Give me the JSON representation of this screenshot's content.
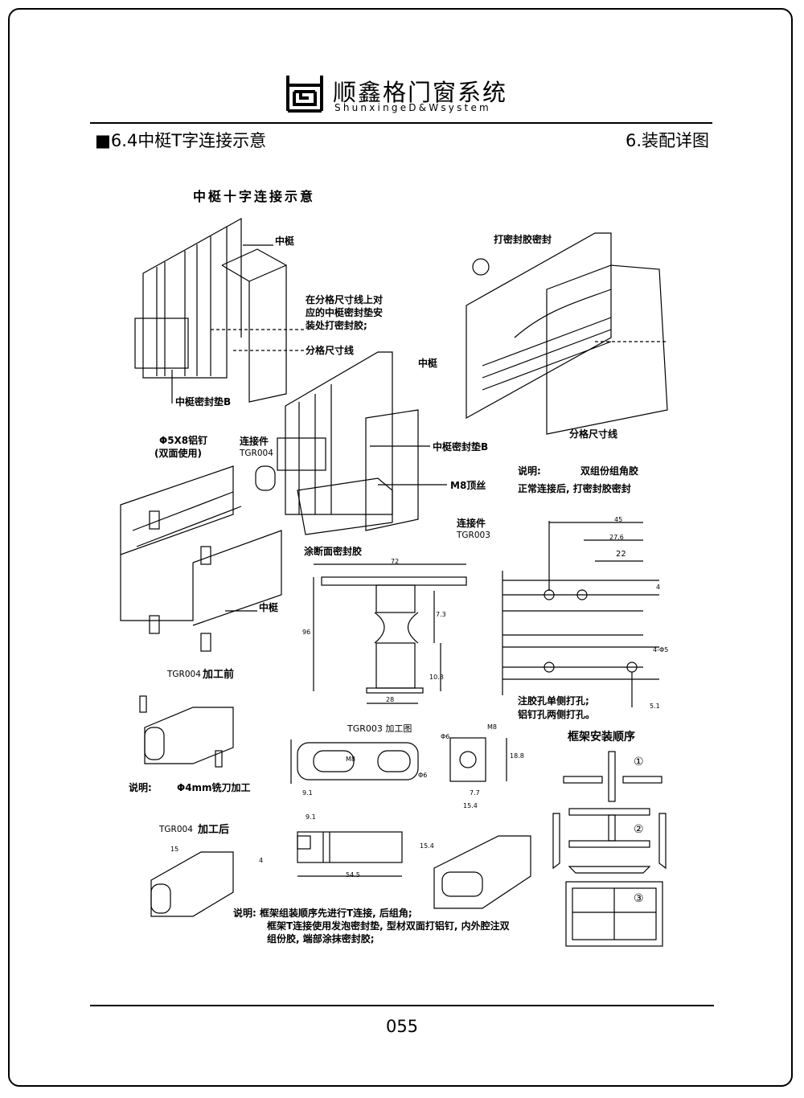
{
  "header": {
    "brand_cn": "顺鑫格门窗系统",
    "brand_en": "ShunxingeD&Wsystem",
    "section_title": "■6.4中梃T字连接示意",
    "chapter_title": "6.装配详图"
  },
  "labels": {
    "cross_title": "中梃十字连接示意",
    "mullion_1": "中梃",
    "seal_note_l1": "在分格尺寸线上对",
    "seal_note_l2": "应的中梃密封垫安",
    "seal_note_l3": "装处打密封胶;",
    "grid_line_1": "分格尺寸线",
    "mullion_seal_b_1": "中梃密封垫B",
    "mullion_2": "中梃",
    "seal_glue": "打密封胶密封",
    "grid_line_2": "分格尺寸线",
    "rivet_l1": "Φ5X8铝钉",
    "rivet_l2": "(双面使用)",
    "connector_1": "连接件",
    "code_tgr004": "TGR004",
    "mullion_seal_b_2": "中梃密封垫B",
    "m8_screw": "M8顶丝",
    "connector_2": "连接件",
    "code_tgr003": "TGR003",
    "end_seal": "涂断面密封胶",
    "mullion_3": "中梃",
    "note_head": "说明:",
    "note_glue": "双组份组角胶",
    "note_glue_2": "正常连接后, 打密封胶密封",
    "hole_note_l1": "注胶孔单侧打孔;",
    "hole_note_l2": "铝钉孔两侧打孔。",
    "before_code": "TGR004",
    "before_label": "加工前",
    "mill_note_head": "说明:",
    "mill_note": "Φ4mm铣刀加工",
    "after_code": "TGR004",
    "after_label": "加工后",
    "tgr003_proc": "TGR003 加工图",
    "frame_seq": "框架安装顺序",
    "step1": "①",
    "step2": "②",
    "step3": "③",
    "final_l1": "说明: 框架组装顺序先进行T连接, 后组角;",
    "final_l2": "框架T连接使用发泡密封垫, 型材双面打铝钉, 内外腔注双",
    "final_l3": "组份胶, 端部涂抹密封胶;"
  },
  "dimensions": {
    "d72": "72",
    "d96": "96",
    "d73": "7.3",
    "d108": "10.8",
    "d28": "28",
    "d45": "45",
    "d276": "27.6",
    "d22": "22",
    "d4a": "4",
    "d4phi5": "4-Φ5",
    "d51": "5.1",
    "d_m8a": "M8",
    "d_phi6a": "Φ6",
    "d91a": "9.1",
    "d_phi6b": "Φ6",
    "d_m8b": "M8",
    "d188": "18.8",
    "d77": "7.7",
    "d154a": "15.4",
    "d91b": "9.1",
    "d4b": "4",
    "d545": "54.5",
    "d154b": "15.4",
    "d15": "15"
  },
  "footer": {
    "page": "055"
  }
}
